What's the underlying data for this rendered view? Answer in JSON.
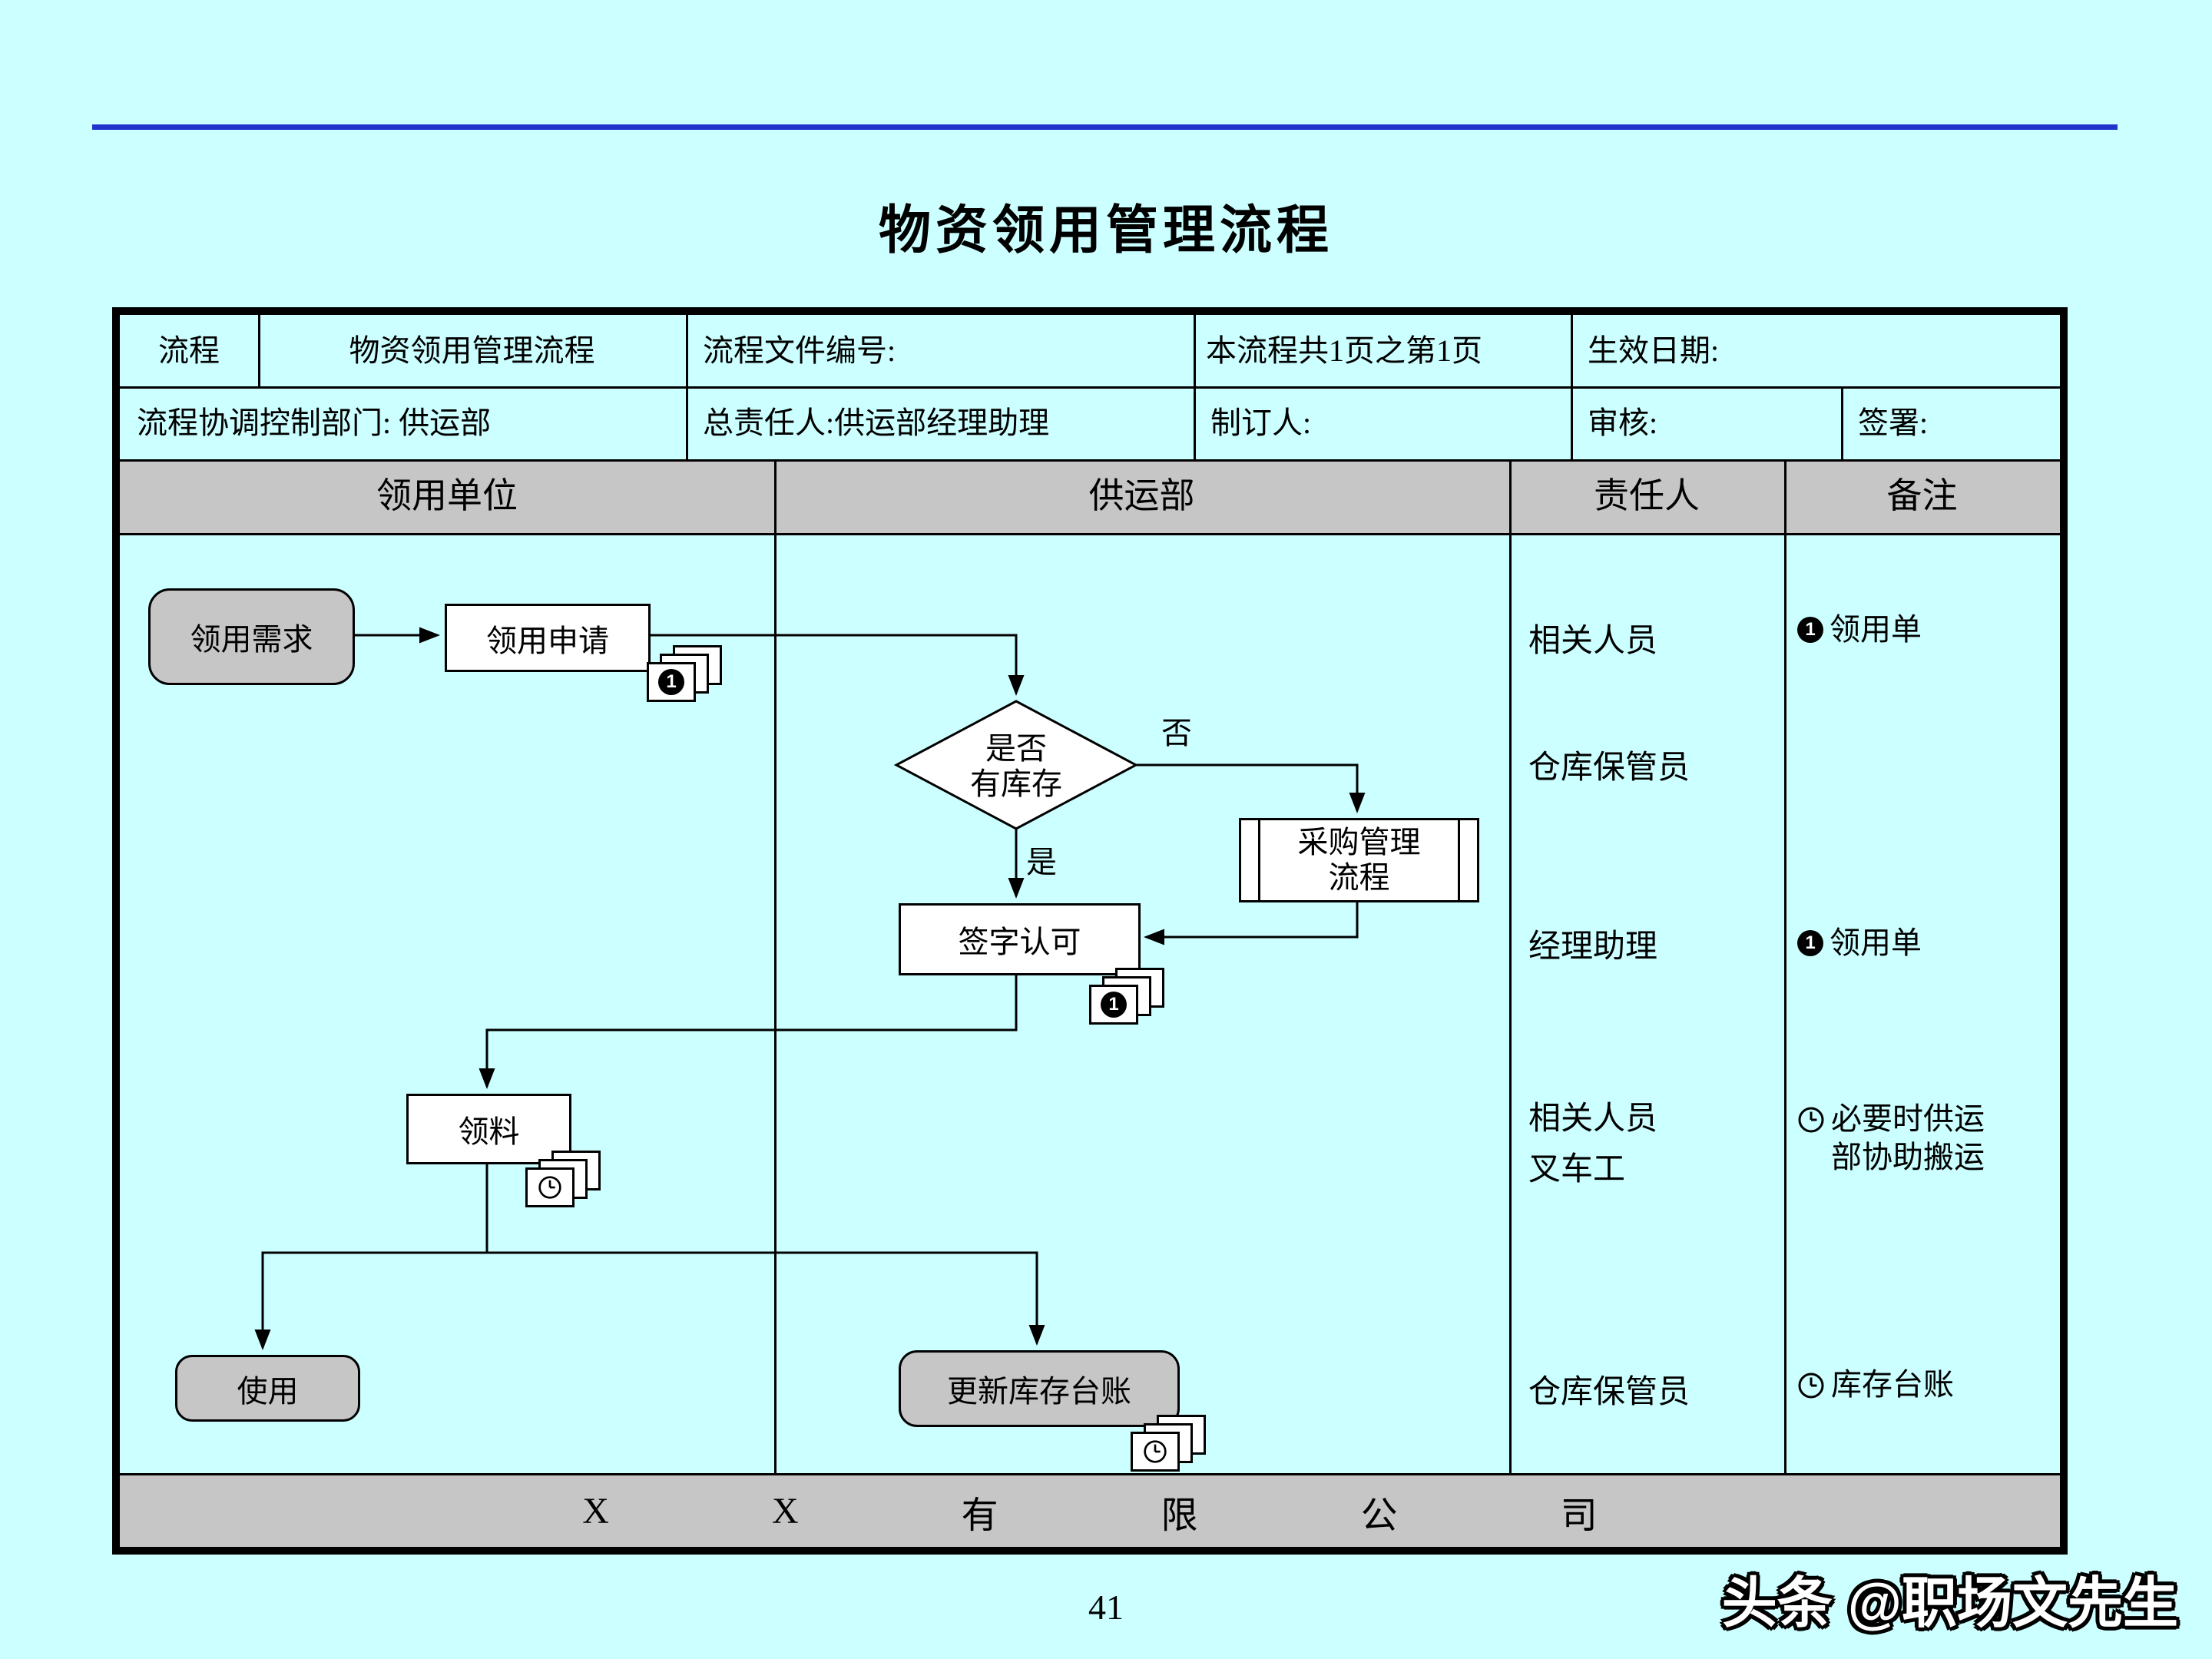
{
  "title": "物资领用管理流程",
  "table": {
    "row1": {
      "label": "流程",
      "process_name": "物资领用管理流程",
      "doc_number": "流程文件编号:",
      "pages": "本流程共1页之第1页",
      "effective_date": "生效日期:"
    },
    "row2": {
      "control_dept": "流程协调控制部门: 供运部",
      "owner": "总责任人:供运部经理助理",
      "author": "制订人:",
      "review": "审核:",
      "sign": "签署:"
    },
    "columns": {
      "col1": "领用单位",
      "col2": "供运部",
      "col3": "责任人",
      "col4": "备注"
    },
    "footer_company": [
      "X",
      "X",
      "有",
      "限",
      "公",
      "司"
    ]
  },
  "flowchart": {
    "need": "领用需求",
    "apply": "领用申请",
    "decision_line1": "是否",
    "decision_line2": "有库存",
    "no": "否",
    "yes": "是",
    "purchase_line1": "采购管理",
    "purchase_line2": "流程",
    "sign": "签字认可",
    "pick": "领料",
    "use": "使用",
    "update": "更新库存台账",
    "doc_badge": "1"
  },
  "responsible": [
    "相关人员",
    "仓库保管员",
    "经理助理",
    "相关人员",
    "叉车工",
    "仓库保管员"
  ],
  "notes": [
    {
      "badge": "1",
      "text": "领用单"
    },
    {
      "badge": "1",
      "text": "领用单"
    },
    {
      "icon": "clock",
      "text": "必要时供运部协助搬运"
    },
    {
      "icon": "clock",
      "text": "库存台账"
    }
  ],
  "page_number": "41",
  "watermark": "头条 @职场文先生",
  "colors": {
    "background": "#CCFFFF",
    "header_gray": "#C6C6C6",
    "accent_line_blue": "#2233CC",
    "node_gray": "#C6C6C6"
  }
}
